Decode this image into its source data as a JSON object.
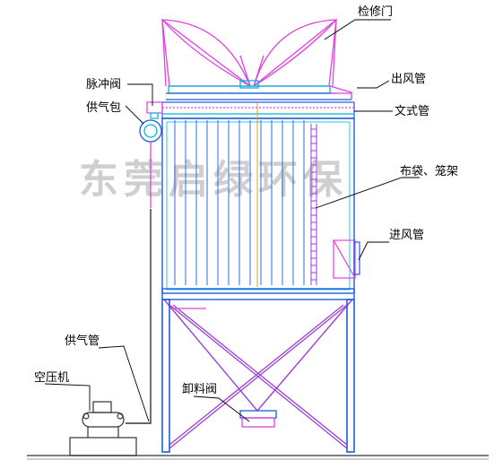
{
  "watermark": "东莞启绿环保",
  "labels": {
    "inspection_door": "检修门",
    "outlet_pipe": "出风管",
    "pulse_valve": "脉冲阀",
    "venturi_tube": "文式管",
    "air_supply_drum": "供气包",
    "filter_bag_cage": "布袋、笼架",
    "inlet_pipe": "进风管",
    "air_supply_pipe": "供气管",
    "air_compressor": "空压机",
    "discharge_valve": "卸料阀"
  },
  "colors": {
    "frame_blue": "#1e5be0",
    "magenta": "#e040e0",
    "cyan": "#00b8d8",
    "brace_purple": "#9b3fd6",
    "bag_blue": "#2a6fe8",
    "pipe_dark": "#333333",
    "ground": "#555555"
  }
}
